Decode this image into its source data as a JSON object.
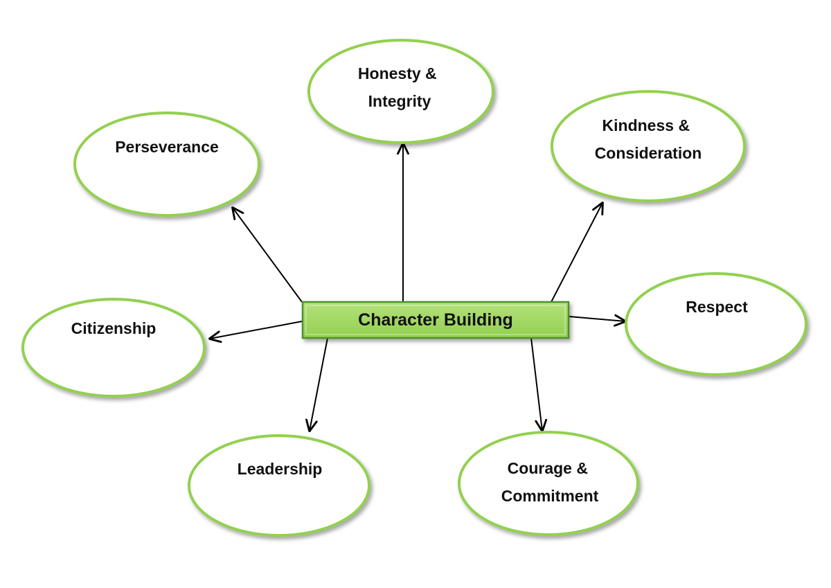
{
  "diagram": {
    "center": {
      "label": "Character Building",
      "fill_color": "#92d050",
      "fill_color_light": "#b4e07c"
    },
    "node_border_color": "#92d050",
    "nodes": [
      {
        "id": "honesty",
        "lines": [
          "Honesty &",
          "Integrity"
        ]
      },
      {
        "id": "perseverance",
        "lines": [
          "Perseverance"
        ]
      },
      {
        "id": "kindness",
        "lines": [
          "Kindness &",
          "Consideration"
        ]
      },
      {
        "id": "respect",
        "lines": [
          "Respect"
        ]
      },
      {
        "id": "citizenship",
        "lines": [
          "Citizenship"
        ]
      },
      {
        "id": "leadership",
        "lines": [
          "Leadership"
        ]
      },
      {
        "id": "courage",
        "lines": [
          "Courage &",
          "Commitment"
        ]
      }
    ]
  }
}
